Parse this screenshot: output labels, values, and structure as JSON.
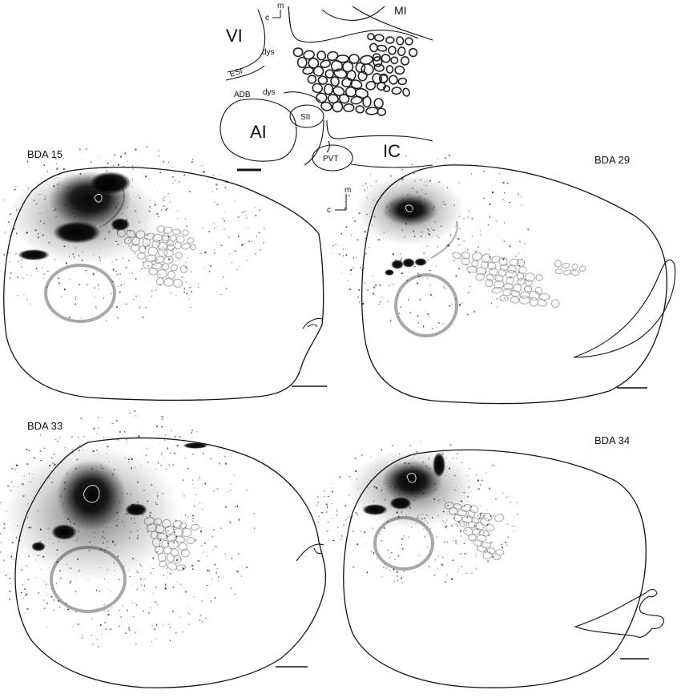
{
  "schematic": {
    "labels": {
      "vi": "VI",
      "mi": "MI",
      "esi": "ESI",
      "dys_upper": "dys",
      "dys_lower": "dys",
      "adb": "ADB",
      "ai": "AI",
      "sii": "SII",
      "pvt": "PVT",
      "ic": "IC"
    },
    "orientation": {
      "medial": "m",
      "caudal": "c"
    }
  },
  "orientation_inset": {
    "medial": "m",
    "caudal": "c"
  },
  "panels": [
    {
      "id": "bda15",
      "title": "BDA 15"
    },
    {
      "id": "bda29",
      "title": "BDA 29"
    },
    {
      "id": "bda33",
      "title": "BDA 33"
    },
    {
      "id": "bda34",
      "title": "BDA 34"
    }
  ],
  "colors": {
    "label_density": "#0d0d0d",
    "barrel_outline": "#a6a6a6",
    "auditory_ring": "#a8a8a8",
    "tissue_outline": "#111111"
  }
}
